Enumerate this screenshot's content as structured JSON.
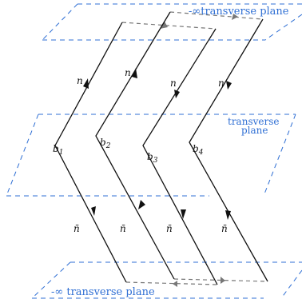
{
  "planes": {
    "top": "-∞transverse plane",
    "middle_line1": "transverse",
    "middle_line2": "plane",
    "bottom": "-∞ transverse plane"
  },
  "labels": {
    "n": "n",
    "nbar": "n̄",
    "b1": "b",
    "b1_sub": "1",
    "b2": "b",
    "b2_sub": "2",
    "b3": "b",
    "b3_sub": "3",
    "b4": "b",
    "b4_sub": "4"
  },
  "colors": {
    "plane": "#2f6fd4",
    "line": "#111111",
    "connector": "#777777"
  }
}
